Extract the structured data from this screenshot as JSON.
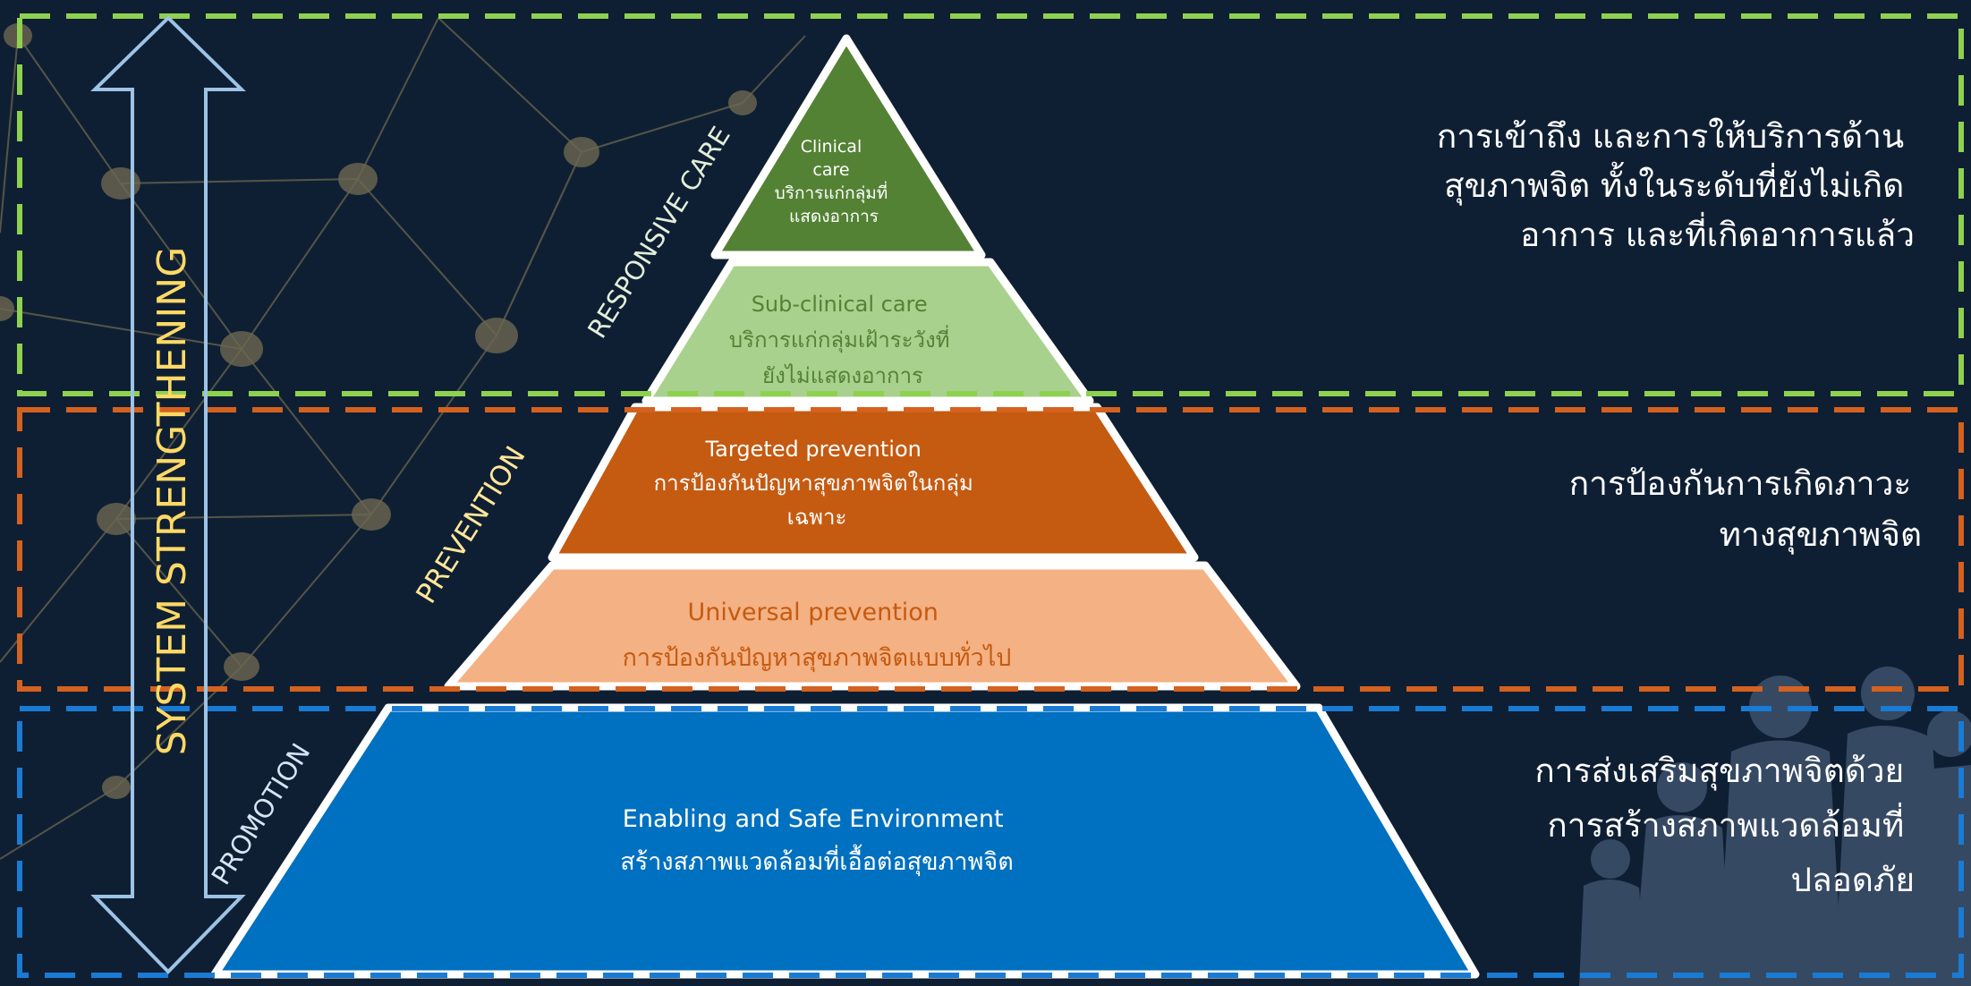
{
  "colors": {
    "background": "#0f1f33",
    "network": "#6b6750",
    "green_dashed": "#8ed14f",
    "orange_dashed": "#d5611e",
    "blue_dashed": "#1a7bd4",
    "clinical_fill": "#548235",
    "subclinical_fill": "#a9d18e",
    "subclinical_text": "#548235",
    "targeted_fill": "#c55a11",
    "universal_fill": "#f4b183",
    "universal_text": "#c55a11",
    "promotion_fill": "#0070c0",
    "arrow_outline": "#9dc3e6",
    "system_text": "#ffd966",
    "side_label_yellow": "#ffe699",
    "side_label_light": "#d6e4f3",
    "silhouette": "#3a4e69"
  },
  "arrow": {
    "label": "SYSTEM STRENGTHENING",
    "icon": "double-headed-vertical-arrow"
  },
  "side_labels": {
    "responsive": "RESPONSIVE CARE",
    "prevention": "PREVENTION",
    "promotion": "PROMOTION"
  },
  "pyramid": {
    "clinical": {
      "lines": [
        "Clinical",
        "care",
        "บริการแก่กลุ่มที่",
        "แสดงอาการ"
      ]
    },
    "subclinical": {
      "lines": [
        "Sub-clinical care",
        "บริการแก่กลุ่มเฝ้าระวังที่",
        "ยังไม่แสดงอาการ"
      ]
    },
    "targeted": {
      "lines": [
        "Targeted prevention",
        "การป้องกันปัญหาสุขภาพจิตในกลุ่ม",
        "เฉพาะ"
      ]
    },
    "universal": {
      "lines": [
        "Universal prevention",
        "การป้องกันปัญหาสุขภาพจิตแบบทั่วไป"
      ]
    },
    "promotion": {
      "lines": [
        "Enabling and Safe Environment",
        "สร้างสภาพแวดล้อมที่เอื้อต่อสุขภาพจิต"
      ]
    }
  },
  "descriptions": {
    "care": [
      "การเข้าถึง และการให้บริการด้าน",
      "สุขภาพจิต ทั้งในระดับที่ยังไม่เกิด",
      "อาการ และที่เกิดอาการแล้ว"
    ],
    "prevention": [
      "การป้องกันการเกิดภาวะ",
      "ทางสุขภาพจิต"
    ],
    "promotion": [
      "การส่งเสริมสุขภาพจิตด้วย",
      "การสร้างสภาพแวดล้อมที่",
      "ปลอดภัย"
    ]
  }
}
